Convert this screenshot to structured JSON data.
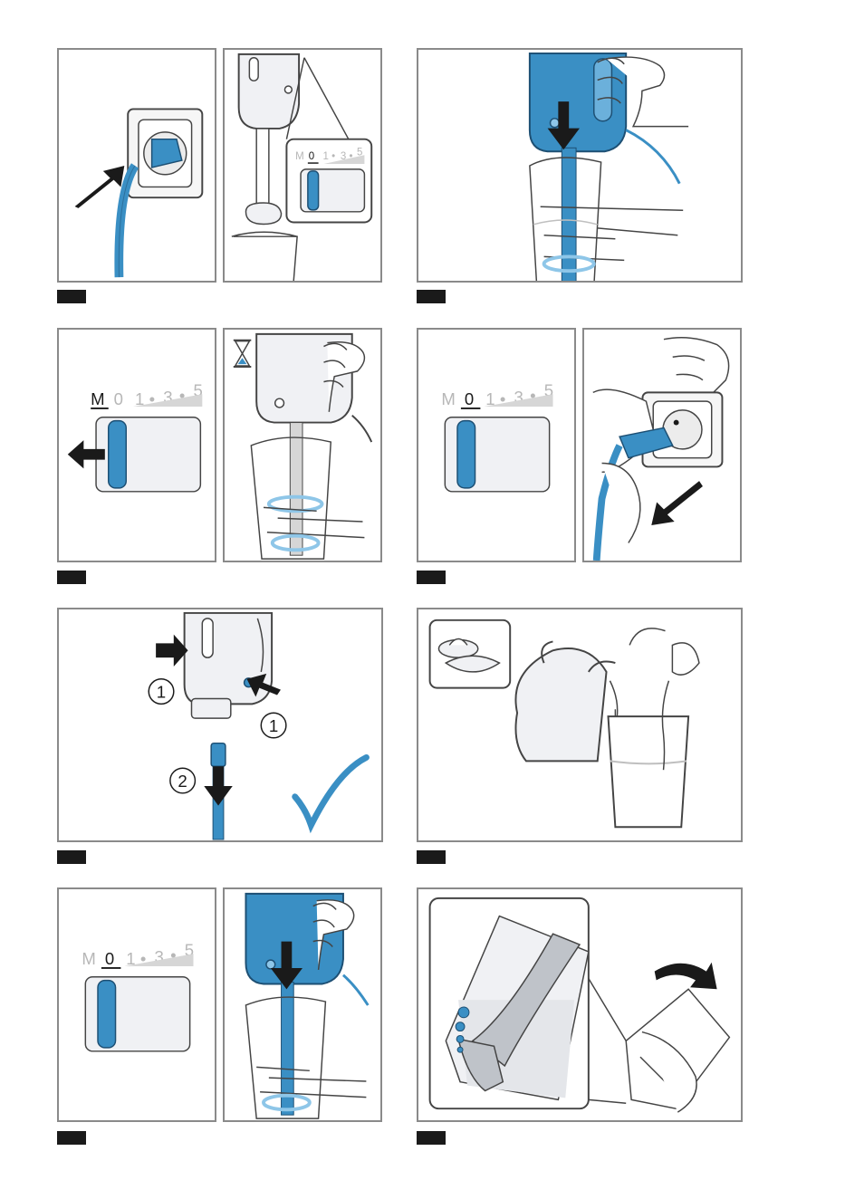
{
  "colors": {
    "accent_blue": "#3a8fc4",
    "light_blue": "#8ec6e8",
    "frame": "#8a8a8a",
    "line": "#444444",
    "label_bg": "#1a1a1a",
    "off_white": "#f0f1f4"
  },
  "dial": {
    "m": "M",
    "zero": "0",
    "one": "1",
    "dot": "•",
    "three": "3",
    "five": "5"
  },
  "callouts": {
    "first": "1",
    "second": "2"
  },
  "icons": [
    "plug-in-arrow-icon",
    "hourglass-icon",
    "unplug-arrow-icon",
    "release-button-arrow-icon",
    "checkmark-icon",
    "turn-arrow-icon"
  ]
}
